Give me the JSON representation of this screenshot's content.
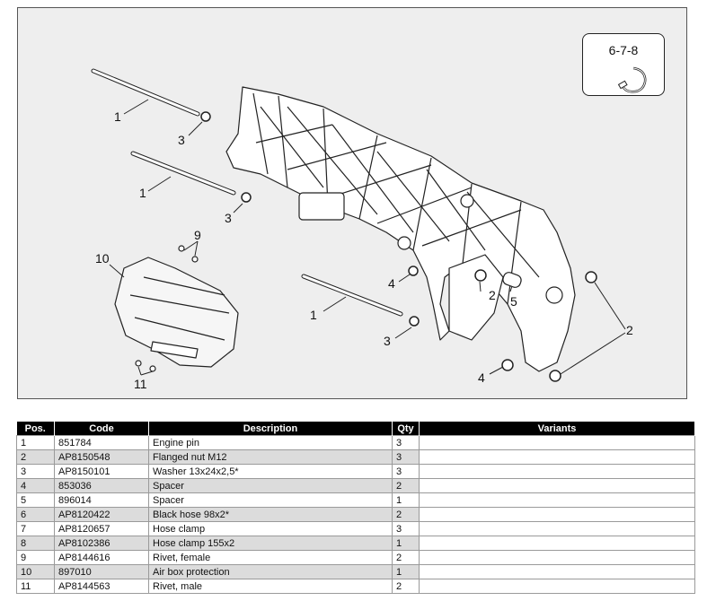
{
  "diagram": {
    "legend_label": "6-7-8",
    "callouts": [
      {
        "id": "c1a",
        "text": "1"
      },
      {
        "id": "c3a",
        "text": "3"
      },
      {
        "id": "c1b",
        "text": "1"
      },
      {
        "id": "c3b",
        "text": "3"
      },
      {
        "id": "c9",
        "text": "9"
      },
      {
        "id": "c10",
        "text": "10"
      },
      {
        "id": "c11",
        "text": "11"
      },
      {
        "id": "c4a",
        "text": "4"
      },
      {
        "id": "c2a",
        "text": "2"
      },
      {
        "id": "c5",
        "text": "5"
      },
      {
        "id": "c1c",
        "text": "1"
      },
      {
        "id": "c3c",
        "text": "3"
      },
      {
        "id": "c2b",
        "text": "2"
      },
      {
        "id": "c4b",
        "text": "4"
      }
    ]
  },
  "table": {
    "headers": [
      "Pos.",
      "Code",
      "Description",
      "Qty",
      "Variants"
    ],
    "rows": [
      {
        "pos": "1",
        "code": "851784",
        "desc": "Engine pin",
        "qty": "3"
      },
      {
        "pos": "2",
        "code": "AP8150548",
        "desc": "Flanged nut M12",
        "qty": "3"
      },
      {
        "pos": "3",
        "code": "AP8150101",
        "desc": "Washer 13x24x2,5*",
        "qty": "3"
      },
      {
        "pos": "4",
        "code": "853036",
        "desc": "Spacer",
        "qty": "2"
      },
      {
        "pos": "5",
        "code": "896014",
        "desc": "Spacer",
        "qty": "1"
      },
      {
        "pos": "6",
        "code": "AP8120422",
        "desc": "Black hose 98x2*",
        "qty": "2"
      },
      {
        "pos": "7",
        "code": "AP8120657",
        "desc": "Hose clamp",
        "qty": "3"
      },
      {
        "pos": "8",
        "code": "AP8102386",
        "desc": "Hose clamp 155x2",
        "qty": "1"
      },
      {
        "pos": "9",
        "code": "AP8144616",
        "desc": "Rivet, female",
        "qty": "2"
      },
      {
        "pos": "10",
        "code": "897010",
        "desc": "Air box protection",
        "qty": "1"
      },
      {
        "pos": "11",
        "code": "AP8144563",
        "desc": "Rivet, male",
        "qty": "2"
      }
    ]
  }
}
